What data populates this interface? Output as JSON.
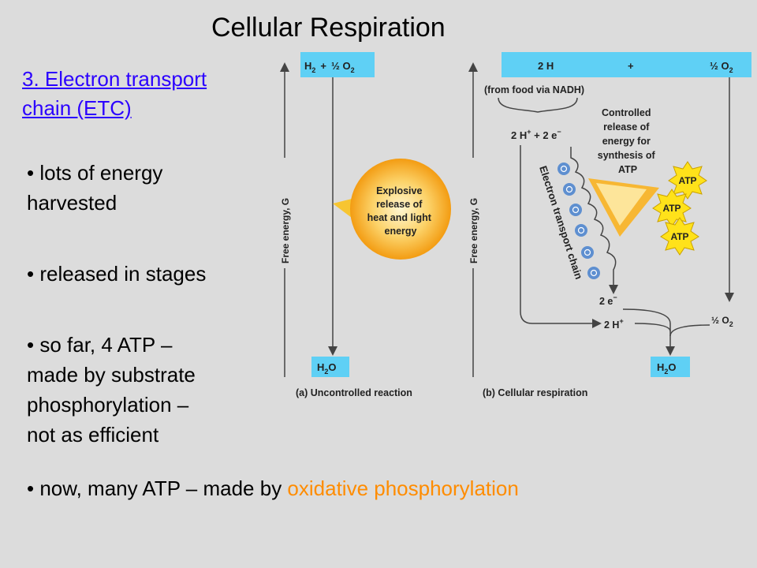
{
  "slide": {
    "title": "Cellular Respiration",
    "etc_heading_line1": "3. Electron transport",
    "etc_heading_line2": "chain (ETC)",
    "bullets": {
      "b1_line1": "• lots of energy",
      "b1_line2": "harvested",
      "b2": "• released in stages",
      "b3_line1": "• so far, 4 ATP –",
      "b3_line2": "made by substrate",
      "b3_line3": "phosphorylation –",
      "b3_line4": "not as efficient",
      "b4_prefix": "• now, many ATP – made by ",
      "b4_highlight": "oxidative phosphorylation"
    }
  },
  "figure": {
    "panel_a": {
      "top_h2": "H",
      "top_h2_sub": "2",
      "top_plus": "+",
      "top_half": "½ O",
      "top_o2_sub": "2",
      "axis_label": "Free energy, G",
      "burst_line1": "Explosive",
      "burst_line2": "release of",
      "burst_line3": "heat and light",
      "burst_line4": "energy",
      "bottom_h": "H",
      "bottom_sub": "2",
      "bottom_o": "O",
      "caption": "(a) Uncontrolled reaction"
    },
    "panel_b": {
      "top_2h": "2 H",
      "top_plus": "+",
      "top_half": "½ O",
      "top_o2_sub": "2",
      "from_food": "(from food via NADH)",
      "split_2h": "2 H",
      "split_plus_sup": "+",
      "split_plus": " + 2 e",
      "split_e_sup": "−",
      "controlled_1": "Controlled",
      "controlled_2": "release of",
      "controlled_3": "energy for",
      "controlled_4": "synthesis of",
      "controlled_5": "ATP",
      "etc_label": "Electron transport chain",
      "atp": "ATP",
      "e_low": "2 e",
      "e_low_sup": "−",
      "h_low": "2 H",
      "h_low_sup": "+",
      "half_o2_low": "½ O",
      "half_o2_low_sub": "2",
      "axis_label": "Free energy, G",
      "bottom_h": "H",
      "bottom_sub": "2",
      "bottom_o": "O",
      "caption": "(b) Cellular respiration"
    },
    "colors": {
      "box_blue": "#5fd0f5",
      "burst_orange": "#f7b733",
      "atp_yellow": "#ffe21a",
      "link_blue": "#2b00ff",
      "highlight_orange": "#ff8c00"
    }
  }
}
